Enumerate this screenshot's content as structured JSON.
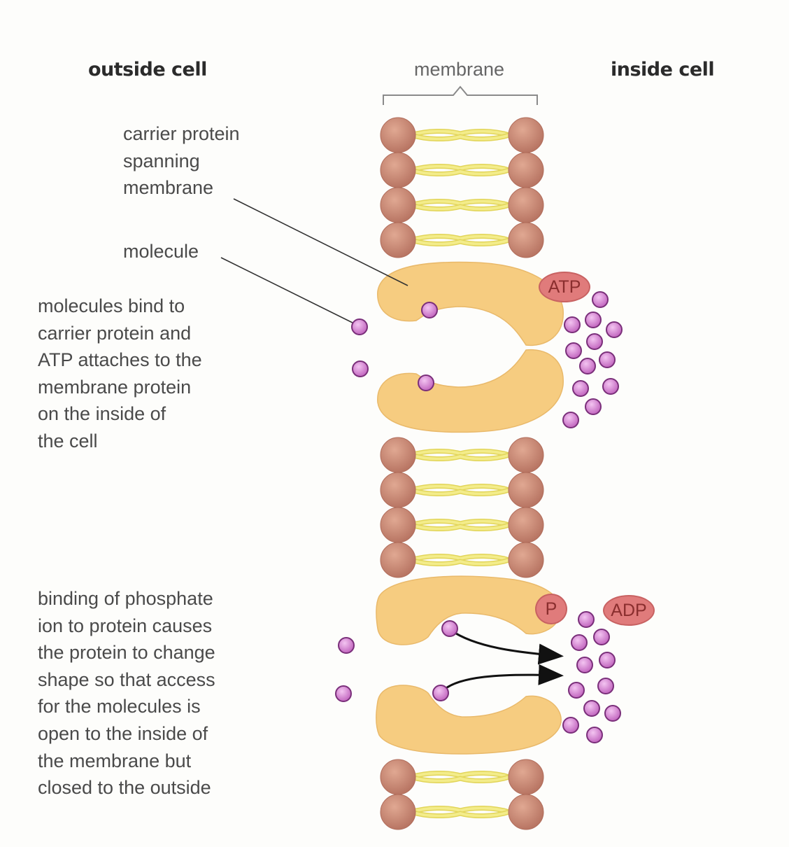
{
  "headers": {
    "outside": "outside cell",
    "membrane": "membrane",
    "inside": "inside cell"
  },
  "labels": {
    "carrier": [
      "carrier protein",
      "spanning",
      "membrane"
    ],
    "molecule": "molecule",
    "step1": [
      "molecules bind to",
      "carrier protein and",
      "ATP attaches to the",
      "membrane protein",
      "on the inside of",
      "the cell"
    ],
    "step2": [
      "binding of phosphate",
      "ion to protein causes",
      "the protein to change",
      "shape so that access",
      "for the molecules is",
      "open to the inside of",
      "the membrane but",
      "closed to the outside"
    ]
  },
  "chips": {
    "atp": "ATP",
    "p": "P",
    "adp": "ADP"
  },
  "colors": {
    "phospholipid_head": "#cd9079",
    "lipid_tail": "#f3ec8a",
    "carrier_protein": "#f6cc80",
    "molecule": "#d98fd6",
    "chip": "#e07b7b"
  }
}
